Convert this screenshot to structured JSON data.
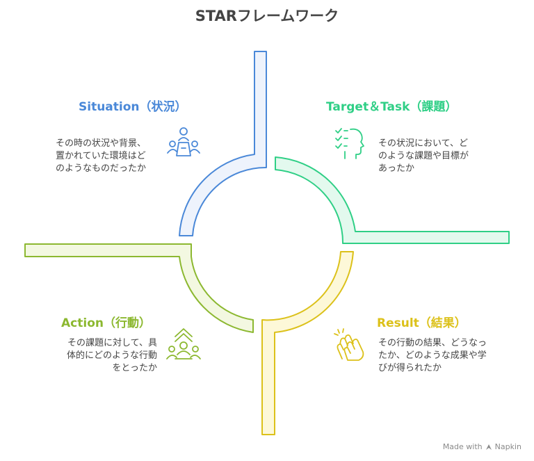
{
  "title": "STARフレームワーク",
  "colors": {
    "situation": "#4a88d8",
    "task": "#2fcf86",
    "action": "#8cb830",
    "result": "#dcc11a"
  },
  "sections": {
    "situation": {
      "heading": "Situation（状況）",
      "lines": [
        "その時の状況や背景、",
        "置かれていた環境はど",
        "のようなものだったか"
      ],
      "icon": "people-meeting-icon"
    },
    "task": {
      "heading": "Target＆Task（課題）",
      "lines": [
        "その状況において、ど",
        "のような課題や目標が",
        "あったか"
      ],
      "icon": "head-checklist-icon"
    },
    "action": {
      "heading": "Action（行動）",
      "lines": [
        "その課題に対して、具",
        "体的にどのような行動",
        "をとったか"
      ],
      "icon": "group-up-arrow-icon"
    },
    "result": {
      "heading": "Result（結果）",
      "lines": [
        "その行動の結果、どうなっ",
        "たか、どのような成果や学",
        "びが得られたか"
      ],
      "icon": "clapping-hands-icon"
    }
  },
  "footer": {
    "made_with": "Made with",
    "brand": "Napkin"
  }
}
